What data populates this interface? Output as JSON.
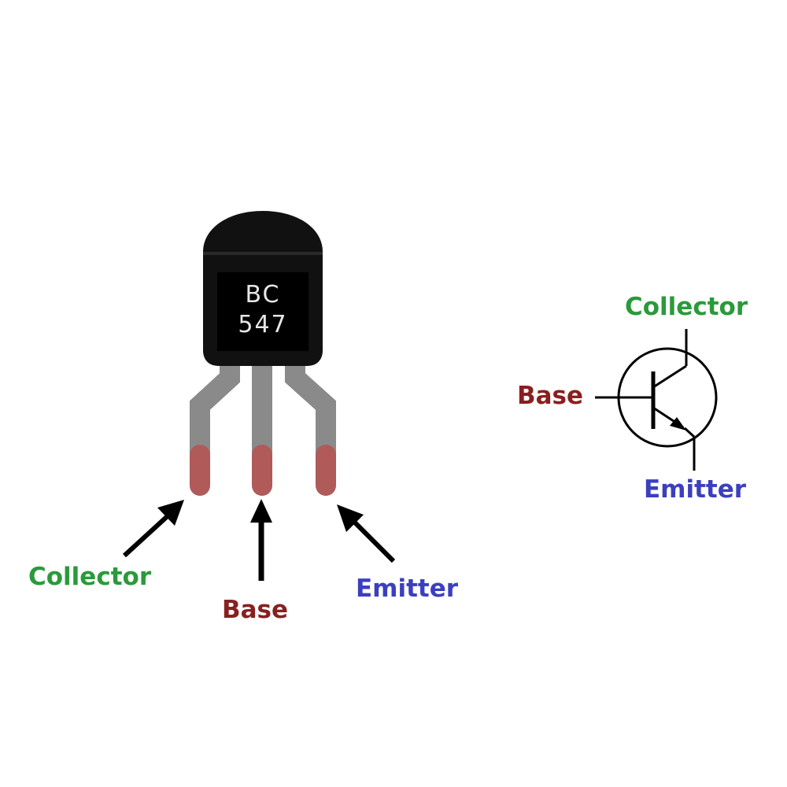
{
  "package": {
    "line1": "BC",
    "line2": "547"
  },
  "pin_labels": {
    "collector": "Collector",
    "base": "Base",
    "emitter": "Emitter"
  },
  "symbol_labels": {
    "collector": "Collector",
    "base": "Base",
    "emitter": "Emitter"
  },
  "colors": {
    "collector": "#2a9a3a",
    "base": "#8a1f1f",
    "emitter": "#3b3fbf",
    "lead": "#8a8a8a",
    "lead_tip": "#b05a5a",
    "body": "#111111"
  },
  "icons": [
    "arrow-up-right-icon",
    "arrow-up-icon",
    "arrow-up-left-icon",
    "npn-transistor-symbol-icon"
  ]
}
